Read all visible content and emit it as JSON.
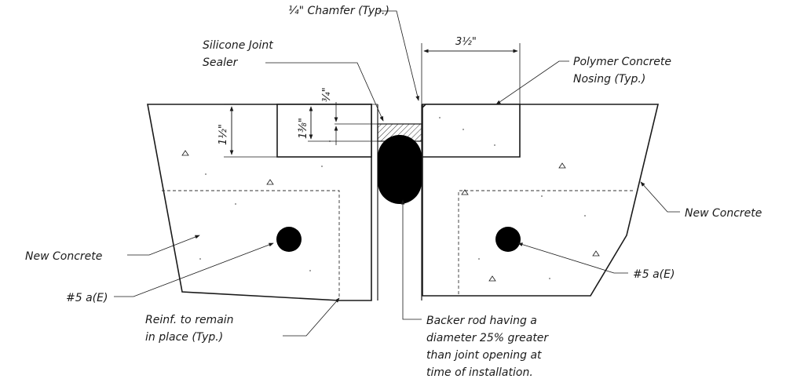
{
  "labels": {
    "chamfer": "¼\" Chamfer (Typ.)",
    "silicone_line1": "Silicone Joint",
    "silicone_line2": "Sealer",
    "nosing_width": "3½\"",
    "polymer_line1": "Polymer Concrete",
    "polymer_line2": "Nosing (Typ.)",
    "new_concrete_right": "New Concrete",
    "new_concrete_left": "New Concrete",
    "rebar_left": "#5 a(E)",
    "rebar_right": "#5 a(E)",
    "reinf_line1": "Reinf. to remain",
    "reinf_line2": "in place (Typ.)",
    "backer_line1": "Backer rod having a",
    "backer_line2": "diameter 25% greater",
    "backer_line3": "than joint opening at",
    "backer_line4": "time of installation.",
    "dim_half": "1½\"",
    "dim_three_quarter": "¾\"",
    "dim_thirteen_eighths": "1⅜\""
  },
  "colors": {
    "ink": "#1a1a1a",
    "fill_black": "#000000",
    "paper": "#ffffff"
  }
}
